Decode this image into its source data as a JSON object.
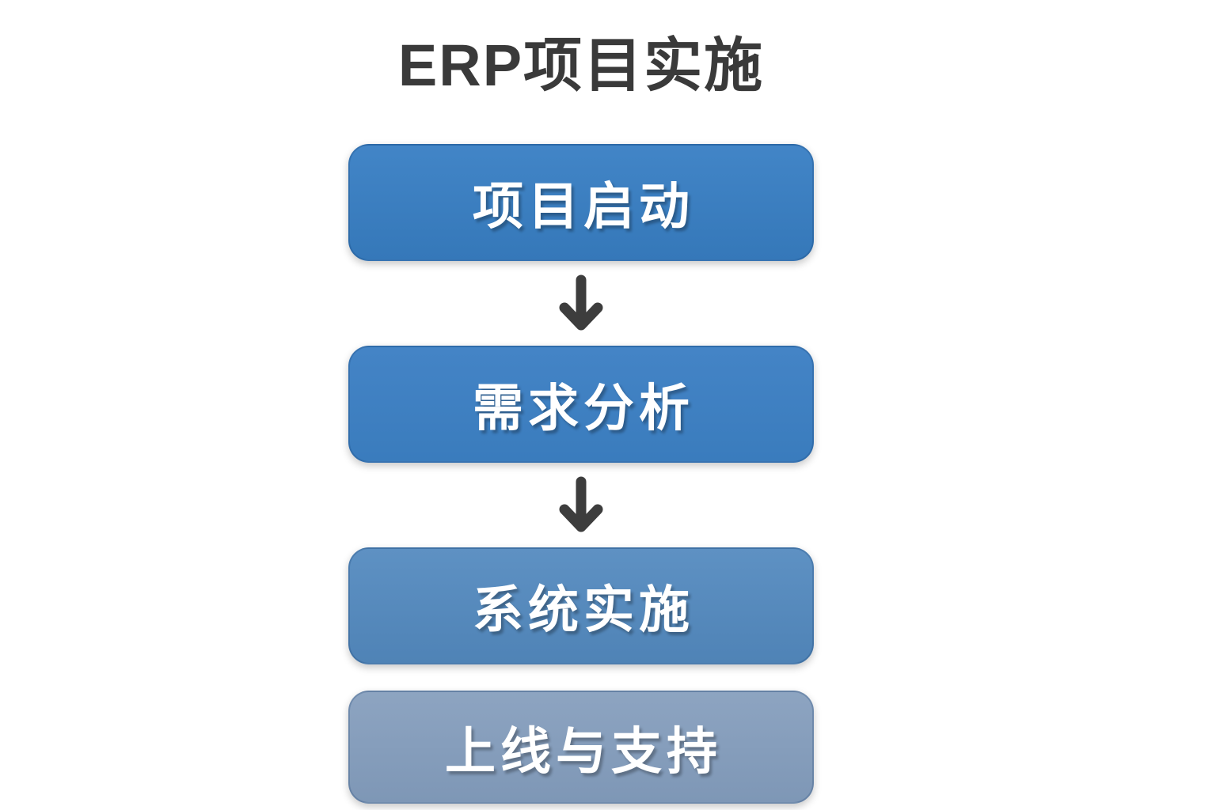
{
  "title": "ERP项目实施",
  "colors": {
    "background": "#ffffff",
    "title_text": "#3a3a3a",
    "arrow": "#3d3d3d",
    "node_text": "#ffffff"
  },
  "flow": {
    "type": "vertical-flowchart",
    "steps": [
      {
        "label": "项目启动",
        "gradient_top": "#4285c7",
        "gradient_bottom": "#3578b9"
      },
      {
        "label": "需求分析",
        "gradient_top": "#4484c6",
        "gradient_bottom": "#3a7cbd"
      },
      {
        "label": "系统实施",
        "gradient_top": "#5e91c3",
        "gradient_bottom": "#4f83b6"
      },
      {
        "label": "上线与支持",
        "gradient_top": "#8da4c1",
        "gradient_bottom": "#7e97b6"
      }
    ],
    "connectors": [
      {
        "from": 0,
        "to": 1,
        "icon": "down-arrow"
      },
      {
        "from": 1,
        "to": 2,
        "icon": "down-arrow"
      }
    ]
  }
}
